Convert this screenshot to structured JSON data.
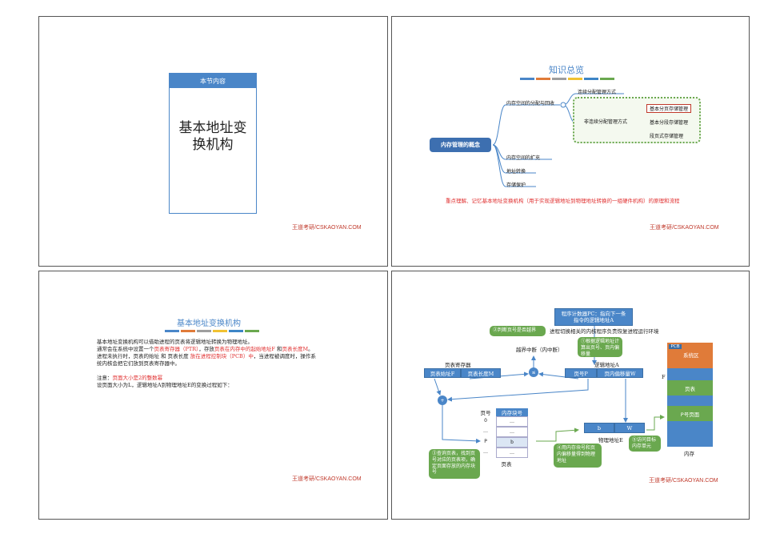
{
  "brand": "王道考研/CSKAOYAN.COM",
  "slide1": {
    "header": "本节内容",
    "title": "基本地址变换机构"
  },
  "slide2": {
    "title": "知识总览",
    "stripe_colors": [
      "#4a86c8",
      "#e07b39",
      "#9e9e9e",
      "#f1c232",
      "#3d85c6",
      "#6aa84f"
    ],
    "root": "内存管理的概念",
    "branches": [
      "内存空间的分配与回收",
      "内存空间的扩充",
      "地址转换",
      "存储保护"
    ],
    "sub_continuous": "连续分配管理方式",
    "sub_noncontinuous": "非连续分配管理方式",
    "leaves": [
      "基本分页存储管理",
      "基本分段存储管理",
      "段页式存储管理"
    ],
    "note": "重点理解、记忆基本地址变换机构（用于实现逻辑地址到物理地址转换的一组硬件机构）的原理和流程"
  },
  "slide3": {
    "title": "基本地址变换机构",
    "stripe_colors": [
      "#4a86c8",
      "#e07b39",
      "#9e9e9e",
      "#f1c232",
      "#3d85c6",
      "#6aa84f"
    ],
    "p1": "基本地址变换机构可以借助进程的页表将逻辑地址转换为物理地址。",
    "p2_a": "通常会在系统中设置一个",
    "p2_red1": "页表寄存器（PTR）",
    "p2_b": "，存放",
    "p2_red2": "页表在内存中的起始地址F",
    "p2_c": " 和",
    "p2_red3": "页表长度M",
    "p2_d": "。",
    "p3_a": "进程未执行时，页表的始址 和 页表长度 ",
    "p3_red": "放在进程控制块（PCB）中",
    "p3_b": "，当进程被调度时，操作系",
    "p4": "统内核会把它们放到页表寄存器中。",
    "note_a": "注意：",
    "note_red": "页面大小是2的整数幂",
    "p5": "设页面大小为L，逻辑地址A到物理地址E的变换过程如下："
  },
  "slide4": {
    "pc_box": "程序计数器PC：指向下一条指令的逻辑地址A",
    "context_text": "进程切换相关的内核程序负责恢复进程运行环境",
    "callout2": "②判断页号是否越界",
    "interrupt": "越界中断（内中断）",
    "callout1": "①根据逻辑地址计算出页号、页内偏移量",
    "ptr_label": "页表寄存器",
    "ptr_cells": [
      "页表始址F",
      "页表长度M"
    ],
    "logical_label": "逻辑地址A",
    "logical_cells": [
      "页号P",
      "页内偏移量W"
    ],
    "op_compare": "≤",
    "op_add": "+",
    "pt_header_page": "页号",
    "pt_header_block": "内存块号",
    "pt_pages": [
      "0",
      "…",
      "P",
      "…"
    ],
    "pt_blocks": [
      "…",
      "…",
      "b",
      "…"
    ],
    "pt_caption": "页表",
    "phys_cells": [
      "b",
      "W"
    ],
    "phys_label": "物理地址E",
    "callout3": "③查询页表，找到页号对应的页表项，确定页面存放的内存块号",
    "callout4": "④用内存块号和页内偏移量得到物理地址",
    "callout5": "⑤访问目标内存单元",
    "mem_pcb": "PCB",
    "mem_sys": "系统区",
    "mem_F": "F",
    "mem_pt": "页表",
    "mem_page": "P号页面",
    "mem_caption": "内存",
    "colors": {
      "blue": "#4a86c8",
      "orange": "#e07b39",
      "green": "#6aa84f"
    }
  }
}
